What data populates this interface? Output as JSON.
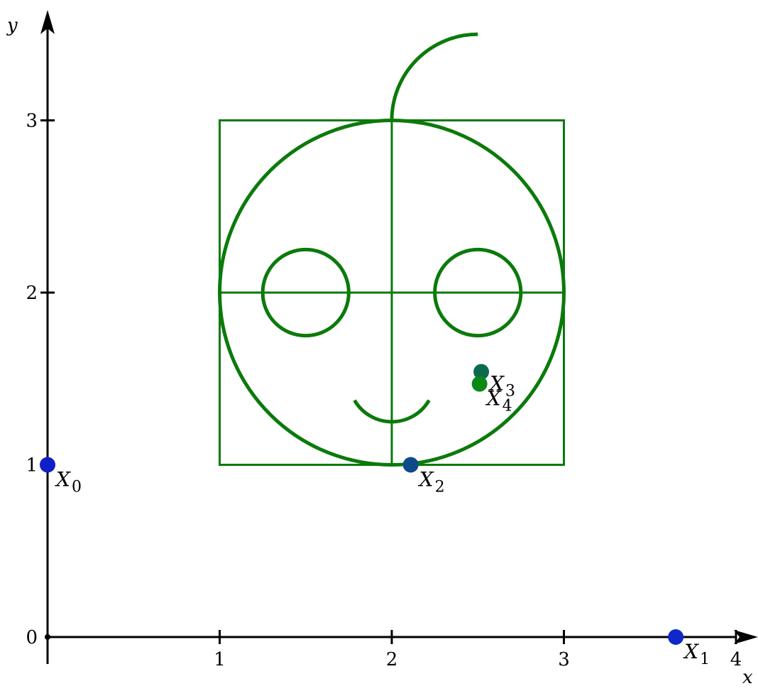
{
  "chart_data": {
    "type": "scatter",
    "title": "",
    "xlabel": "x",
    "ylabel": "y",
    "xlim": [
      0,
      4.1
    ],
    "ylim": [
      0,
      3.6
    ],
    "grid": false,
    "x_ticks": [
      {
        "value": 0,
        "label": ""
      },
      {
        "value": 1,
        "label": "1"
      },
      {
        "value": 2,
        "label": "2"
      },
      {
        "value": 3,
        "label": "3"
      },
      {
        "value": 4,
        "label": "4"
      }
    ],
    "y_ticks": [
      {
        "value": 0,
        "label": "0"
      },
      {
        "value": 1,
        "label": "1"
      },
      {
        "value": 2,
        "label": "2"
      },
      {
        "value": 3,
        "label": "3"
      }
    ],
    "points": [
      {
        "name": "X",
        "sub": "0",
        "x": 0.0,
        "y": 1.0,
        "color": "#1020c8"
      },
      {
        "name": "X",
        "sub": "1",
        "x": 3.65,
        "y": 0.0,
        "color": "#1028c8"
      },
      {
        "name": "X",
        "sub": "2",
        "x": 2.11,
        "y": 1.0,
        "color": "#0e4a8a"
      },
      {
        "name": "X",
        "sub": "3",
        "x": 2.52,
        "y": 1.54,
        "color": "#0e6a4e"
      },
      {
        "name": "X",
        "sub": "4",
        "x": 2.51,
        "y": 1.47,
        "color": "#0a8a14"
      }
    ],
    "shape_color": "#0b7a0b",
    "shapes": [
      {
        "kind": "square",
        "x0": 1,
        "y0": 1,
        "x1": 3,
        "y1": 3
      },
      {
        "kind": "hline",
        "x0": 1,
        "x1": 3,
        "y": 2
      },
      {
        "kind": "vline",
        "x": 2,
        "y0": 1,
        "y1": 3
      },
      {
        "kind": "circle",
        "cx": 2,
        "cy": 2,
        "r": 1
      },
      {
        "kind": "circle",
        "cx": 1.5,
        "cy": 2,
        "r": 0.25
      },
      {
        "kind": "circle",
        "cx": 2.5,
        "cy": 2,
        "r": 0.25
      },
      {
        "kind": "arc",
        "cx": 2,
        "cy": 1.5,
        "r": 0.25,
        "start_deg": 210,
        "end_deg": 330
      },
      {
        "kind": "arc",
        "cx": 2.5,
        "cy": 3,
        "r": 0.5,
        "start_deg": 180,
        "end_deg": 90
      }
    ]
  }
}
